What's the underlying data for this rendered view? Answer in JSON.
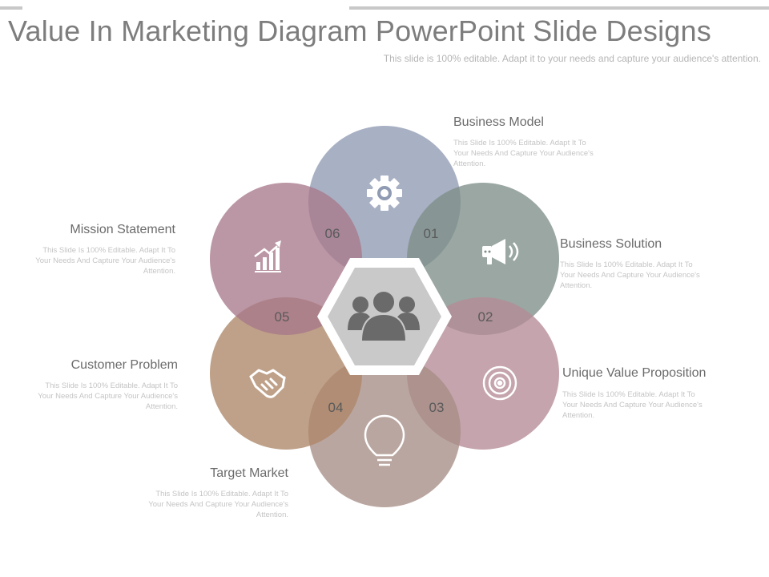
{
  "title": "Value In Marketing Diagram PowerPoint Slide Designs",
  "subtitle": "This slide is 100% editable. Adapt it to your needs and capture your audience's attention.",
  "colors": {
    "business_model": "#8f9ab3",
    "business_solution": "#7e8e88",
    "unique_value": "#b58b96",
    "target_market": "#a68d85",
    "customer_problem": "#ad8768",
    "mission_statement": "#a8788a",
    "hexagon": "#c9c9c9"
  },
  "center_icon": "people-group-icon",
  "segments": [
    {
      "number": "01",
      "title": "Business Model",
      "description": "This Slide Is 100% Editable. Adapt It To Your Needs And Capture Your Audience's Attention.",
      "icon": "gear-icon"
    },
    {
      "number": "02",
      "title": "Business Solution",
      "description": "This Slide Is 100% Editable. Adapt It To Your Needs And Capture Your Audience's Attention.",
      "icon": "megaphone-icon"
    },
    {
      "number": "03",
      "title": "Unique Value Proposition",
      "description": "This Slide Is 100% Editable. Adapt It To Your Needs And Capture Your Audience's Attention.",
      "icon": "target-icon"
    },
    {
      "number": "04",
      "title": "Target Market",
      "description": "This Slide Is 100% Editable. Adapt It To Your Needs And Capture Your Audience's Attention.",
      "icon": "lightbulb-icon"
    },
    {
      "number": "05",
      "title": "Customer Problem",
      "description": "This Slide Is 100% Editable. Adapt It To Your Needs And Capture Your Audience's Attention.",
      "icon": "handshake-icon"
    },
    {
      "number": "06",
      "title": "Mission Statement",
      "description": "This Slide Is 100% Editable. Adapt It To Your Needs And Capture Your Audience's Attention.",
      "icon": "growth-chart-icon"
    }
  ]
}
